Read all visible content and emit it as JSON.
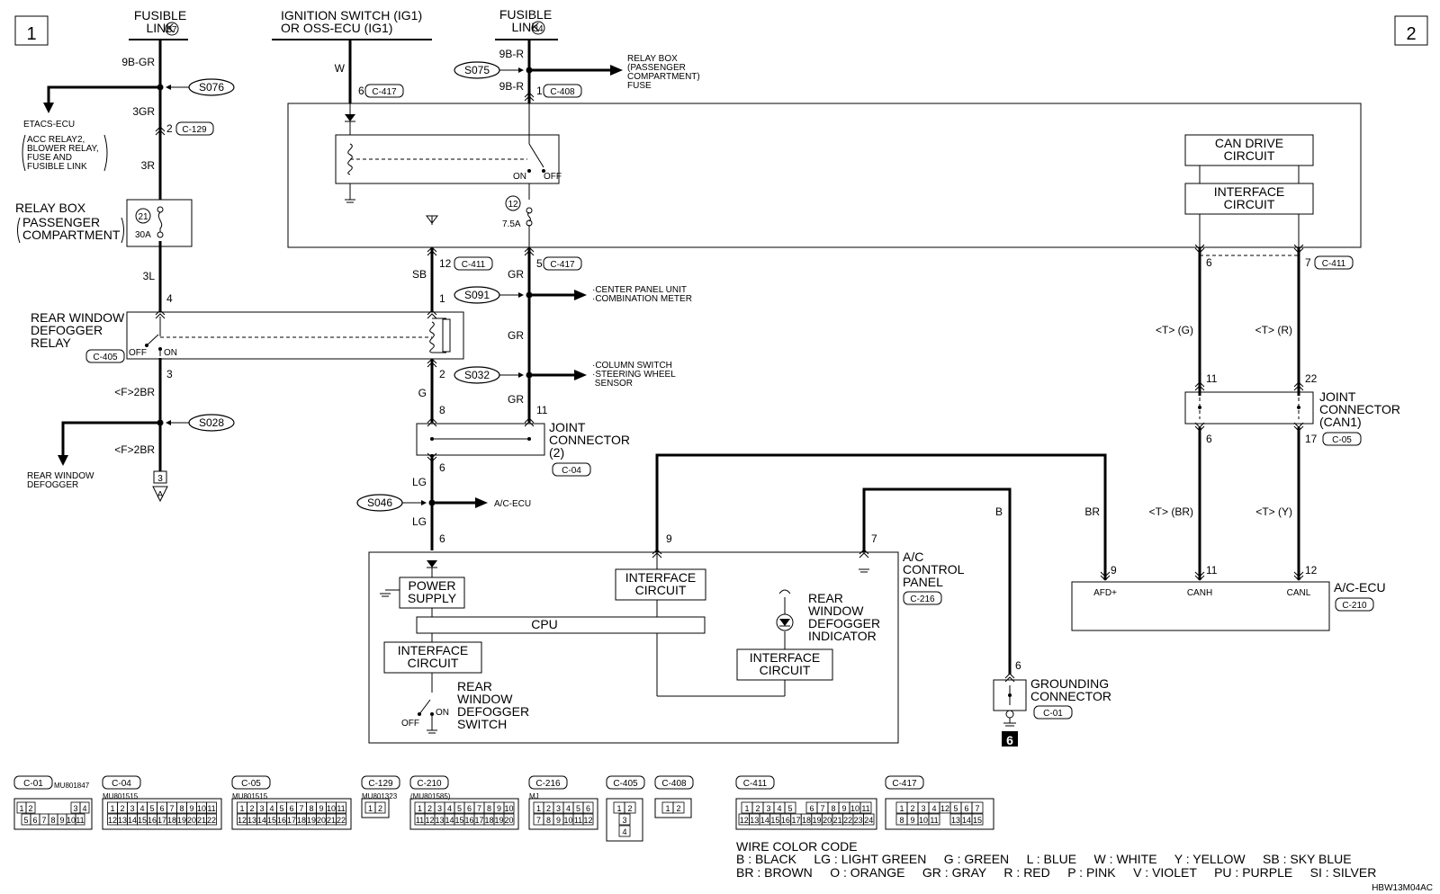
{
  "page": {
    "left_number": "1",
    "right_number": "2",
    "doc_code": "HBW13M04AC"
  },
  "sources": {
    "fusible_link_37": "FUSIBLE\nLINK",
    "fl37_num": "37",
    "ignition": "IGNITION SWITCH (IG1)\nOR OSS-ECU (IG1)",
    "fusible_link_34": "FUSIBLE\nLINK",
    "fl34_num": "34"
  },
  "splices": [
    "S076",
    "S075",
    "S091",
    "S032",
    "S028",
    "S046"
  ],
  "wires": {
    "w9bgr": "9B-GR",
    "w3gr": "3GR",
    "w3r": "3R",
    "w3l": "3L",
    "wf2br_a": "<F>2BR",
    "wf2br_b": "<F>2BR",
    "ww": "W",
    "w9br_a": "9B-R",
    "w9br_b": "9B-R",
    "wsb": "SB",
    "wgr_a": "GR",
    "wgr_b": "GR",
    "wgr_c": "GR",
    "wg": "G",
    "wlg_a": "LG",
    "wlg_b": "LG",
    "wbr": "BR",
    "wb": "B",
    "wtg": "<T> (G)",
    "wtr": "<T> (R)",
    "wtbr": "<T> (BR)",
    "wty": "<T> (Y)"
  },
  "pins": {
    "p2": "2",
    "p4": "4",
    "p3": "3",
    "p6a": "6",
    "p1a": "1",
    "p12a": "12",
    "p1b": "1",
    "p2b": "2",
    "p8": "8",
    "p5": "5",
    "p11a": "11",
    "p6b": "6",
    "p6c": "6",
    "p9a": "9",
    "p7a": "7",
    "p6d": "6",
    "p7b": "7",
    "p11b": "11",
    "p22": "22",
    "p6e": "6",
    "p17": "17",
    "p9b": "9",
    "p11c": "11",
    "p12b": "12",
    "p6f": "6"
  },
  "connectors": {
    "c129": "C-129",
    "c405": "C-405",
    "c417a": "C-417",
    "c408": "C-408",
    "c411a": "C-411",
    "c417b": "C-417",
    "c04": "C-04",
    "c216": "C-216",
    "c411b": "C-411",
    "c05": "C-05",
    "c210": "C-210",
    "c01": "C-01"
  },
  "destinations": {
    "etacs": "ETACS-ECU",
    "etacs_sub": "ACC RELAY2,\nBLOWER RELAY,\nFUSE AND\nFUSIBLE LINK",
    "relay_box_fuse": "RELAY BOX\n(PASSENGER\nCOMPARTMENT)\nFUSE",
    "center_panel": "·CENTER PANEL UNIT\n·COMBINATION METER",
    "column_switch": "·COLUMN SWITCH\n·STEERING WHEEL\n SENSOR",
    "rear_defogger": "REAR WINDOW\nDEFOGGER",
    "ac_ecu_dest": "A/C-ECU",
    "conn_a_num": "3",
    "conn_a_letter": "A",
    "ground_num": "6"
  },
  "components": {
    "relay_box": "RELAY BOX",
    "relay_box_sub": "PASSENGER\nCOMPARTMENT",
    "fuse21": "21",
    "fuse21_amp": "30A",
    "rwd_relay": "REAR WINDOW\nDEFOGGER\nRELAY",
    "off": "OFF",
    "on": "ON",
    "fuse12": "12",
    "fuse12_amp": "7.5A",
    "sw_on": "ON",
    "sw_off": "OFF",
    "can_drive": "CAN DRIVE\nCIRCUIT",
    "interface": "INTERFACE\nCIRCUIT",
    "joint2": "JOINT\nCONNECTOR\n(2)",
    "joint_can1": "JOINT\nCONNECTOR\n(CAN1)",
    "ac_panel": "A/C\nCONTROL\nPANEL",
    "power_supply": "POWER\nSUPPLY",
    "cpu": "CPU",
    "interface_a": "INTERFACE\nCIRCUIT",
    "interface_b": "INTERFACE\nCIRCUIT",
    "interface_c": "INTERFACE\nCIRCUIT",
    "indicator": "REAR\nWINDOW\nDEFOGGER\nINDICATOR",
    "switch": "REAR\nWINDOW\nDEFOGGER\nSWITCH",
    "switch_off": "OFF",
    "switch_on": "ON",
    "ac_ecu": "A/C-ECU",
    "afd": "AFD+",
    "canh": "CANH",
    "canl": "CANL",
    "grounding": "GROUNDING\nCONNECTOR"
  },
  "connector_views": [
    {
      "id": "C-01",
      "part": "MU801847",
      "rows": [
        [
          "1",
          "2",
          "",
          "",
          "",
          "",
          "3",
          "4"
        ],
        [
          "5",
          "6",
          "7",
          "8",
          "9",
          "10",
          "11"
        ]
      ]
    },
    {
      "id": "C-04",
      "part": "MU801515",
      "rows": [
        [
          "1",
          "2",
          "3",
          "4",
          "5",
          "6",
          "7",
          "8",
          "9",
          "10",
          "11"
        ],
        [
          "12",
          "13",
          "14",
          "15",
          "16",
          "17",
          "18",
          "19",
          "20",
          "21",
          "22"
        ]
      ]
    },
    {
      "id": "C-05",
      "part": "MU801515",
      "rows": [
        [
          "1",
          "2",
          "3",
          "4",
          "5",
          "6",
          "7",
          "8",
          "9",
          "10",
          "11"
        ],
        [
          "12",
          "13",
          "14",
          "15",
          "16",
          "17",
          "18",
          "19",
          "20",
          "21",
          "22"
        ]
      ]
    },
    {
      "id": "C-129",
      "part": "MU801323",
      "rows": [
        [
          "1",
          "2"
        ]
      ]
    },
    {
      "id": "C-210",
      "part": "(MU801585)",
      "rows": [
        [
          "1",
          "2",
          "3",
          "4",
          "5",
          "6",
          "7",
          "8",
          "9",
          "10"
        ],
        [
          "11",
          "12",
          "13",
          "14",
          "15",
          "16",
          "17",
          "18",
          "19",
          "20"
        ]
      ]
    },
    {
      "id": "C-216",
      "part": "MJ",
      "rows": [
        [
          "1",
          "2",
          "3",
          "4",
          "5",
          "6"
        ],
        [
          "7",
          "8",
          "9",
          "10",
          "11",
          "12"
        ]
      ]
    },
    {
      "id": "C-405",
      "part": "",
      "rows": [
        [
          "1",
          "2"
        ],
        [
          "3"
        ],
        [
          "4"
        ]
      ]
    },
    {
      "id": "C-408",
      "part": "",
      "rows": [
        [
          "1",
          "2"
        ]
      ]
    },
    {
      "id": "C-411",
      "part": "",
      "rows": [
        [
          "1",
          "2",
          "3",
          "4",
          "5",
          "",
          "6",
          "7",
          "8",
          "9",
          "10",
          "11"
        ],
        [
          "12",
          "13",
          "14",
          "15",
          "16",
          "17",
          "18",
          "19",
          "20",
          "21",
          "22",
          "23",
          "24"
        ]
      ]
    },
    {
      "id": "C-417",
      "part": "",
      "rows": [
        [
          "1",
          "2",
          "3",
          "4",
          "12",
          "5",
          "6",
          "7"
        ],
        [
          "8",
          "9",
          "10",
          "11",
          "",
          "13",
          "14",
          "15"
        ]
      ]
    }
  ],
  "wire_color_code": {
    "title": "WIRE COLOR CODE",
    "line1": "B : BLACK     LG : LIGHT GREEN     G : GREEN     L : BLUE     W : WHITE     Y : YELLOW     SB : SKY BLUE",
    "line2": "BR : BROWN     O : ORANGE     GR : GRAY     R : RED     P : PINK     V : VIOLET     PU : PURPLE     SI : SILVER"
  }
}
